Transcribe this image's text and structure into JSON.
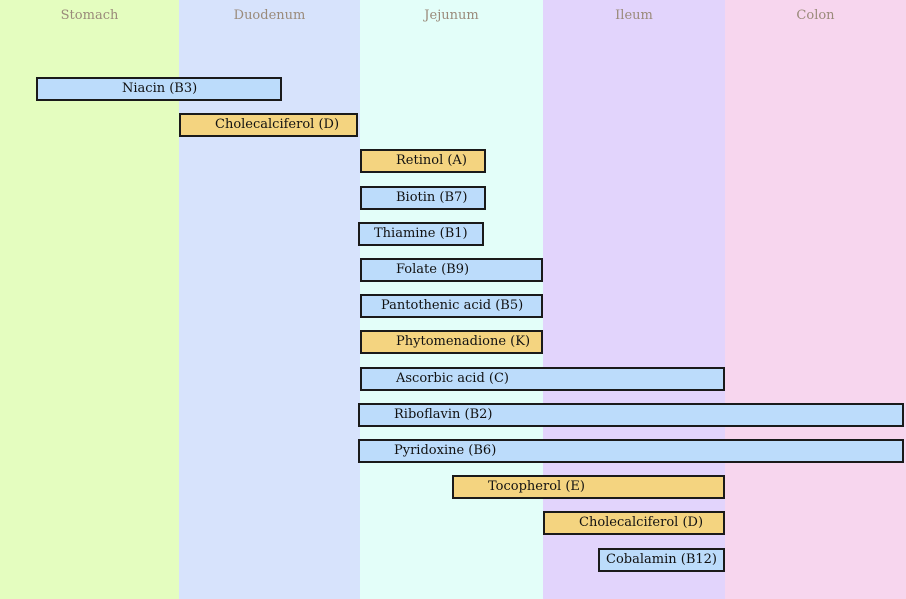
{
  "regions": [
    {
      "name": "Stomach",
      "color": "#e4fdbf"
    },
    {
      "name": "Duodenum",
      "color": "#d7e3fc"
    },
    {
      "name": "Jejunum",
      "color": "#e3fef9"
    },
    {
      "name": "Ileum",
      "color": "#e2d4fc"
    },
    {
      "name": "Colon",
      "color": "#f7d6ee"
    }
  ],
  "category_colors": {
    "water_soluble": "#bcdcfb",
    "fat_soluble": "#f4d480"
  },
  "vitamins": [
    {
      "label": "Niacin (B3)",
      "category": "water_soluble",
      "start": 0.2,
      "end": 1.57
    },
    {
      "label": "Cholecalciferol (D)",
      "category": "fat_soluble",
      "start": 1.0,
      "end": 1.99
    },
    {
      "label": "Retinol (A)",
      "category": "fat_soluble",
      "start": 2.0,
      "end": 2.69
    },
    {
      "label": "Biotin (B7)",
      "category": "water_soluble",
      "start": 2.0,
      "end": 2.69
    },
    {
      "label": "Thiamine (B1)",
      "category": "water_soluble",
      "start": 1.99,
      "end": 2.68
    },
    {
      "label": "Folate (B9)",
      "category": "water_soluble",
      "start": 2.0,
      "end": 3.0
    },
    {
      "label": "Pantothenic acid (B5)",
      "category": "water_soluble",
      "start": 2.0,
      "end": 3.0
    },
    {
      "label": "Phytomenadione (K)",
      "category": "fat_soluble",
      "start": 2.0,
      "end": 3.0
    },
    {
      "label": "Ascorbic acid (C)",
      "category": "water_soluble",
      "start": 2.0,
      "end": 4.0
    },
    {
      "label": "Riboflavin (B2)",
      "category": "water_soluble",
      "start": 1.99,
      "end": 5.0
    },
    {
      "label": "Pyridoxine (B6)",
      "category": "water_soluble",
      "start": 1.99,
      "end": 5.0
    },
    {
      "label": "Tocopherol (E)",
      "category": "fat_soluble",
      "start": 2.5,
      "end": 4.0
    },
    {
      "label": "Cholecalciferol (D)",
      "category": "fat_soluble",
      "start": 3.0,
      "end": 4.0
    },
    {
      "label": "Cobalamin (B12)",
      "category": "water_soluble",
      "start": 3.3,
      "end": 4.0
    }
  ]
}
